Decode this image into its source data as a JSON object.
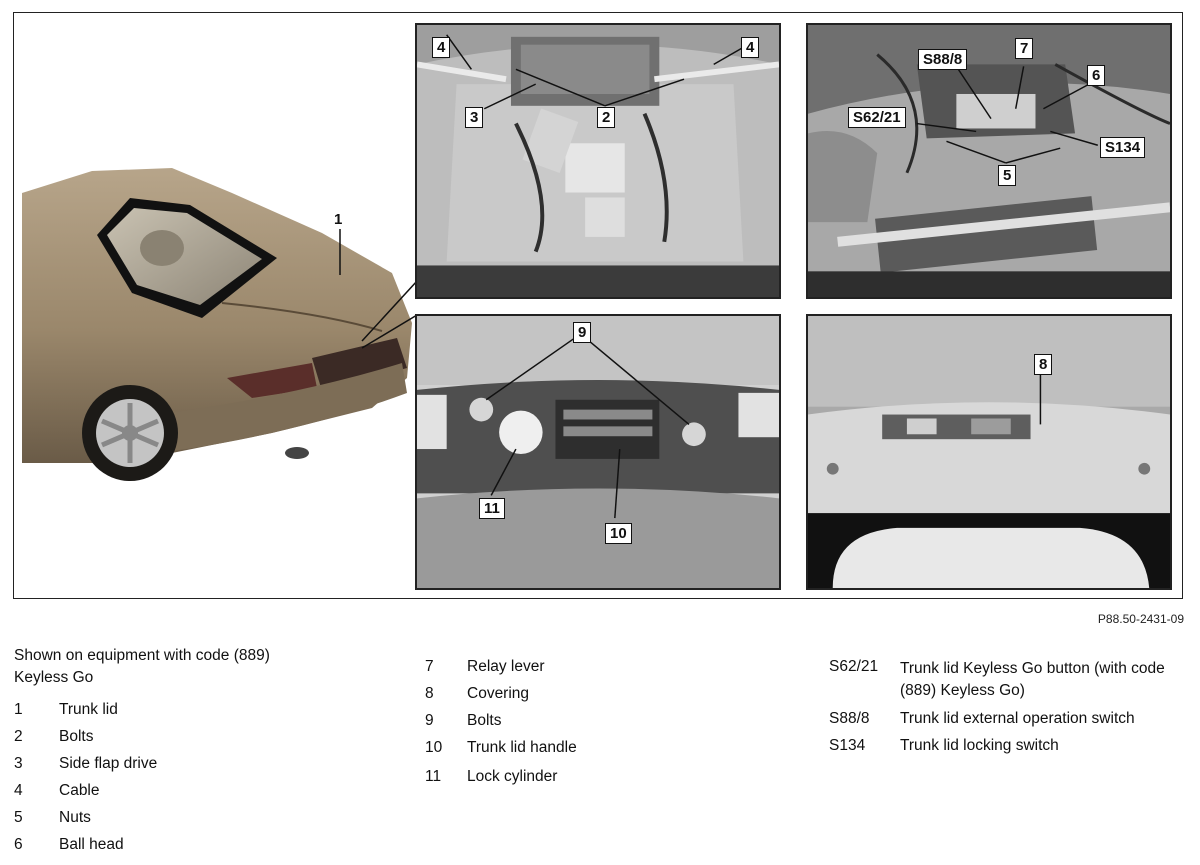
{
  "figure_code": "P88.50-2431-09",
  "callouts": {
    "car": "1",
    "top_left": [
      "4",
      "4",
      "3",
      "2"
    ],
    "top_right": [
      "S88/8",
      "7",
      "6",
      "S62/21",
      "S134",
      "5"
    ],
    "bottom_left": [
      "9",
      "11",
      "10"
    ],
    "bottom_right": [
      "8"
    ]
  },
  "caption": {
    "line1": "Shown on equipment with code (889)",
    "line2": "Keyless Go"
  },
  "legend_left": [
    {
      "num": "1",
      "label": "Trunk lid"
    },
    {
      "num": "2",
      "label": "Bolts"
    },
    {
      "num": "3",
      "label": "Side flap drive"
    },
    {
      "num": "4",
      "label": "Cable"
    },
    {
      "num": "5",
      "label": "Nuts"
    },
    {
      "num": "6",
      "label": "Ball head"
    }
  ],
  "legend_middle": [
    {
      "num": "7",
      "label": "Relay lever"
    },
    {
      "num": "8",
      "label": "Covering"
    },
    {
      "num": "9",
      "label": "Bolts"
    },
    {
      "num": "10",
      "label": "Trunk lid handle"
    },
    {
      "num": "11",
      "label": "Lock cylinder"
    }
  ],
  "legend_right": [
    {
      "num": "S62/21",
      "label": "Trunk lid Keyless Go button (with code (889) Keyless Go)"
    },
    {
      "num": "S88/8",
      "label": "Trunk lid external operation switch"
    },
    {
      "num": "S134",
      "label": "Trunk lid locking switch"
    }
  ]
}
